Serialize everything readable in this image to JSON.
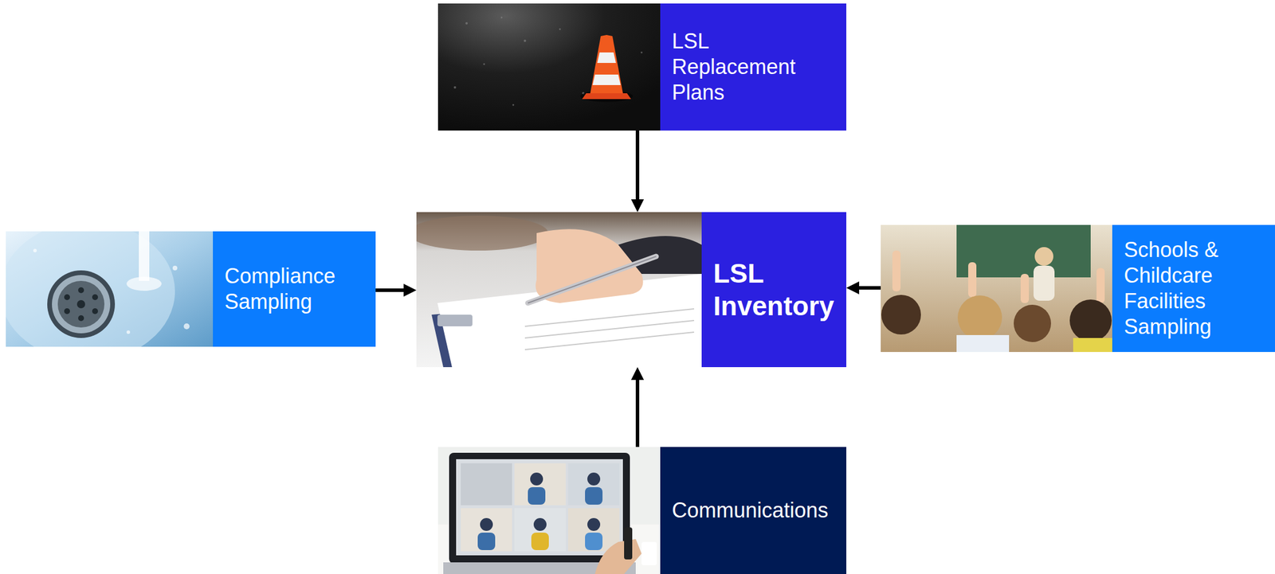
{
  "diagram": {
    "nodes": [
      {
        "text": [
          "LSL Replacement Plans"
        ]
      },
      {
        "text": [
          "Compliance Sampling"
        ]
      },
      {
        "text": [
          "LSL Inventory"
        ]
      },
      {
        "text": [
          "Schools & Childcare Facilities Sampling"
        ]
      },
      {
        "text": [
          "Communications"
        ]
      }
    ],
    "edges": [
      {
        "from": 0,
        "to": 2,
        "arrow": "to"
      },
      {
        "from": 1,
        "to": 2,
        "arrow": "to"
      },
      {
        "from": 3,
        "to": 2,
        "arrow": "to"
      },
      {
        "from": 4,
        "to": 2,
        "arrow": "to"
      }
    ]
  }
}
